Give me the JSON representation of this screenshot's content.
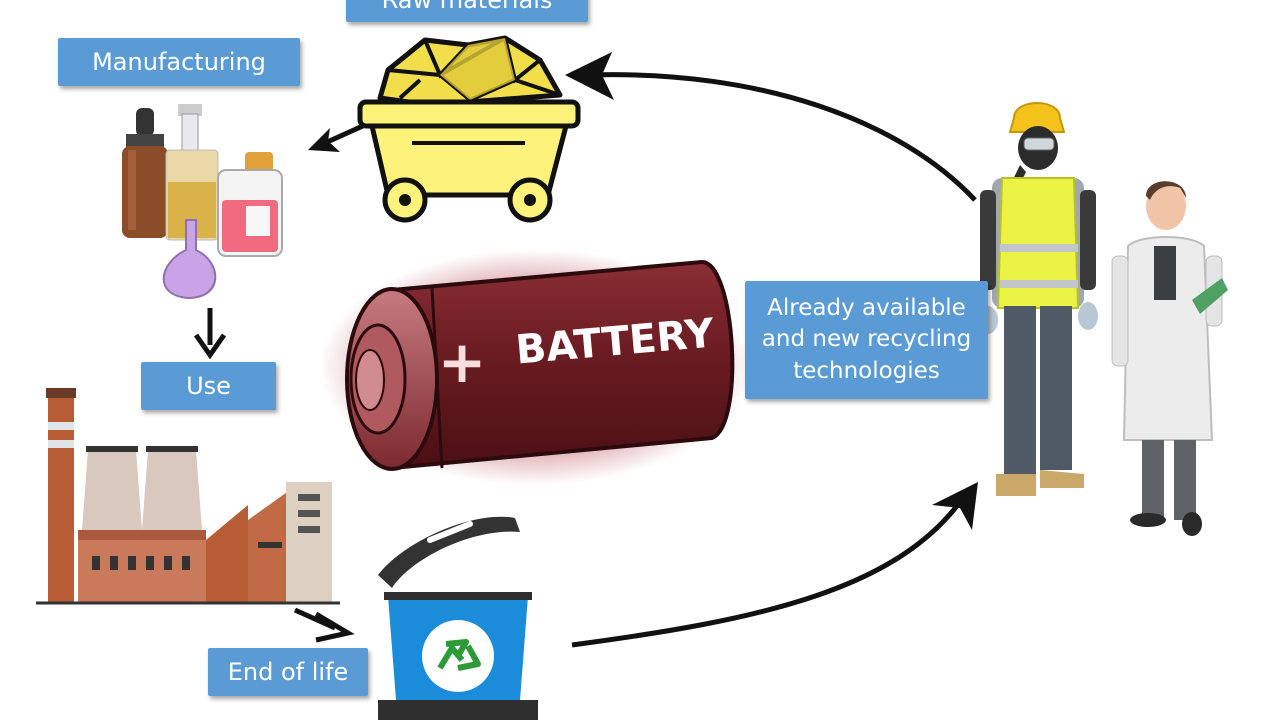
{
  "labels": {
    "raw_materials": "Raw materials",
    "manufacturing": "Manufacturing",
    "use": "Use",
    "end_of_life": "End of life",
    "recycling": "Already available and new recycling technologies"
  },
  "battery": {
    "text": "BATTERY",
    "symbol": "+"
  },
  "icons": {
    "raw": "mine-cart-icon",
    "manufacturing": "lab-bottles-icon",
    "use": "factory-icon",
    "end_of_life": "recycle-bin-icon",
    "recycling": "workers-icon"
  },
  "colors": {
    "label_bg": "#5b9bd5",
    "battery_dark": "#6e1f24",
    "cart_yellow": "#fdf27a",
    "bin_blue": "#1b8cd9"
  }
}
